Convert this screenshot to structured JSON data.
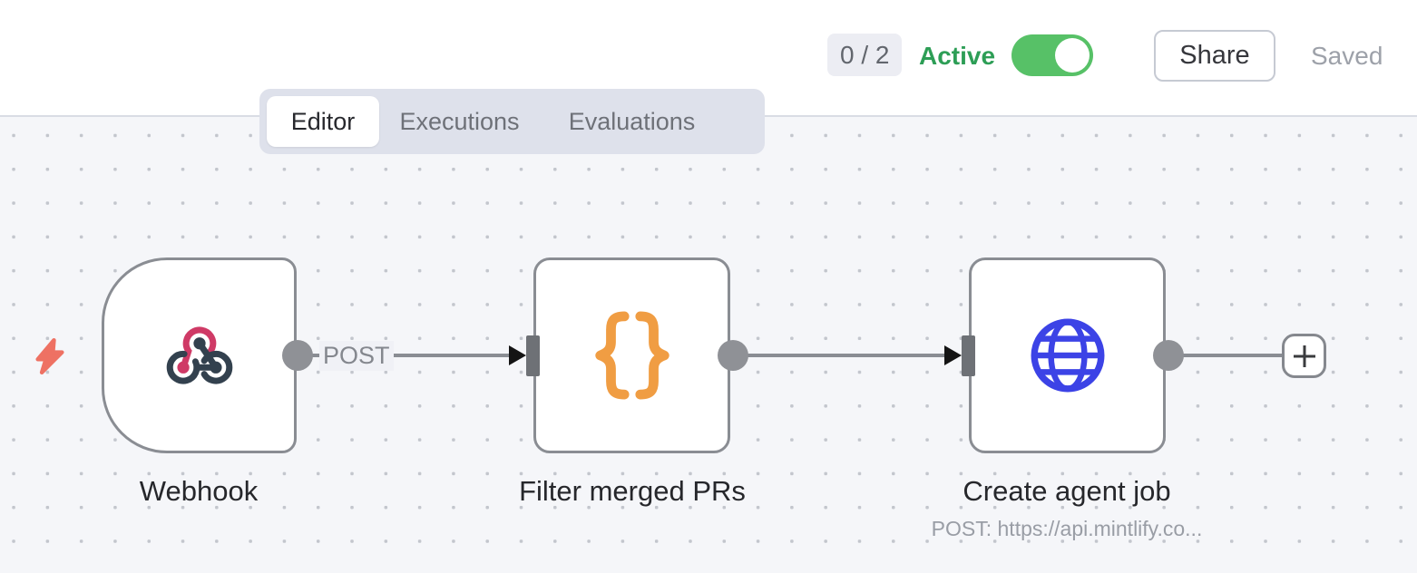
{
  "header": {
    "issue_count": "0 / 2",
    "active_label": "Active",
    "active_state": "on",
    "share_label": "Share",
    "save_status": "Saved"
  },
  "tabs": {
    "editor": "Editor",
    "executions": "Executions",
    "evaluations": "Evaluations",
    "selected": "Editor"
  },
  "workflow": {
    "nodes": [
      {
        "title": "Webhook",
        "type": "webhook-trigger",
        "icon": "webhook-icon",
        "output_label": "POST"
      },
      {
        "title": "Filter merged PRs",
        "type": "code",
        "icon": "curly-braces-icon"
      },
      {
        "title": "Create agent job",
        "type": "http-request",
        "icon": "globe-icon",
        "subtitle": "POST: https://api.mintlify.co..."
      }
    ]
  },
  "colors": {
    "active_green": "#2d9e56",
    "toggle_green": "#57c167",
    "webhook_pink": "#cf3a66",
    "webhook_dark": "#33414e",
    "braces_orange": "#f09d43",
    "globe_blue": "#3c43e6",
    "bolt_coral": "#ee7163",
    "canvas_bg": "#f5f6f9"
  }
}
